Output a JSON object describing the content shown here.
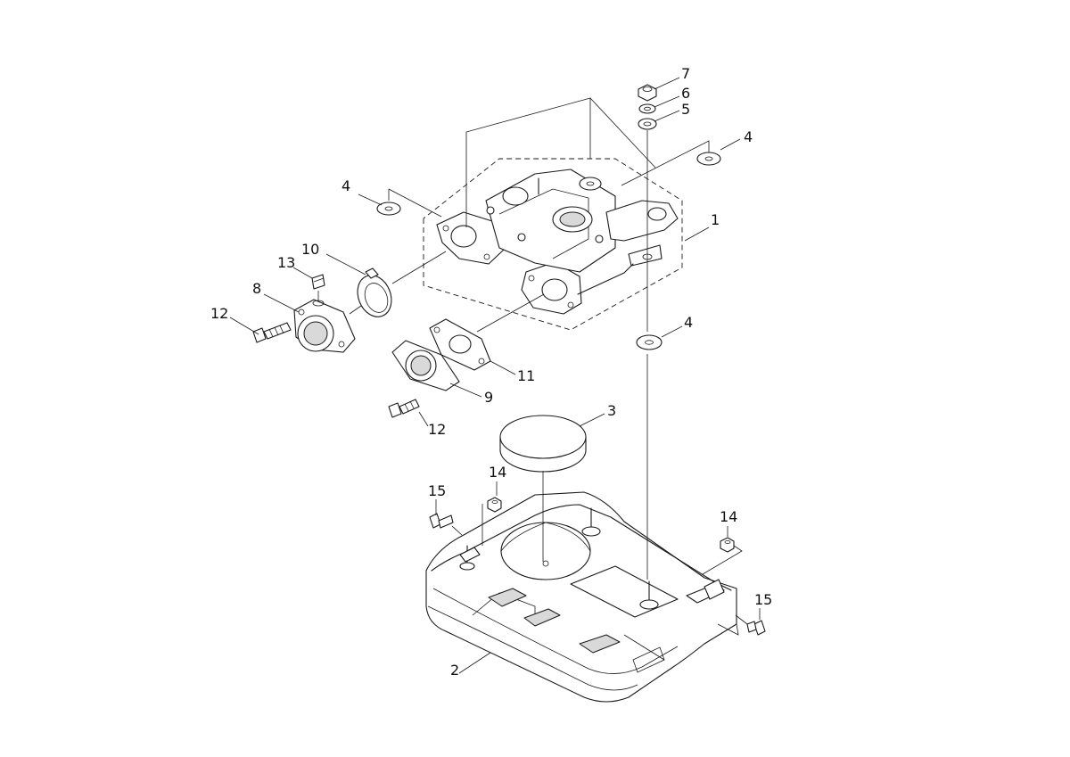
{
  "diagram": {
    "type": "exploded-parts-view",
    "callouts": [
      {
        "id": "c1",
        "label": "1"
      },
      {
        "id": "c2",
        "label": "2"
      },
      {
        "id": "c3",
        "label": "3"
      },
      {
        "id": "c4a",
        "label": "4"
      },
      {
        "id": "c4b",
        "label": "4"
      },
      {
        "id": "c4c",
        "label": "4"
      },
      {
        "id": "c5",
        "label": "5"
      },
      {
        "id": "c6",
        "label": "6"
      },
      {
        "id": "c7",
        "label": "7"
      },
      {
        "id": "c8",
        "label": "8"
      },
      {
        "id": "c9",
        "label": "9"
      },
      {
        "id": "c10",
        "label": "10"
      },
      {
        "id": "c11",
        "label": "11"
      },
      {
        "id": "c12a",
        "label": "12"
      },
      {
        "id": "c12b",
        "label": "12"
      },
      {
        "id": "c13",
        "label": "13"
      },
      {
        "id": "c14a",
        "label": "14"
      },
      {
        "id": "c14b",
        "label": "14"
      },
      {
        "id": "c15a",
        "label": "15"
      },
      {
        "id": "c15b",
        "label": "15"
      }
    ]
  }
}
